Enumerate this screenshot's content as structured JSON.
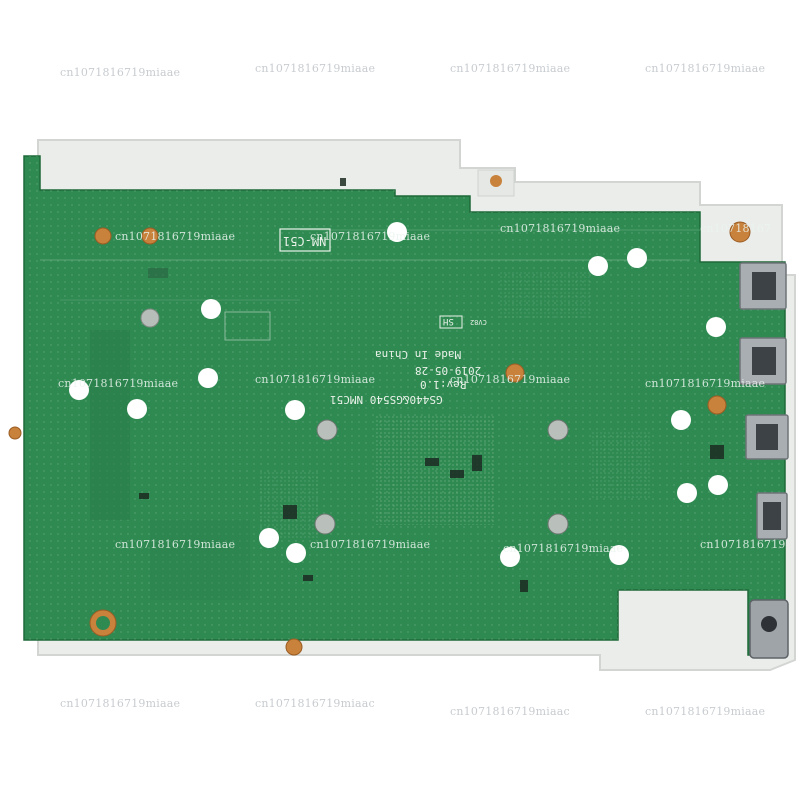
{
  "watermark": {
    "text": "cn1071816719miaae",
    "text_variant": "cn1071816719miaac"
  },
  "silkscreen": {
    "board_id": "NM-C51",
    "board_name": "GS440&GS540 NMC51",
    "revision": "Rev:1.0",
    "date": "2019-05-28",
    "origin": "Made In China",
    "code_sh": "SH",
    "code_small": "CV82"
  },
  "colors": {
    "pcb_green": "#2f8a52",
    "pcb_dark": "#25733f",
    "tray": "#e6e8e6",
    "pad_copper": "#c8823c",
    "port_metal": "#a9aeb2"
  },
  "icons": {
    "watermark": "text-watermark",
    "ports": "usb-port-icon"
  }
}
